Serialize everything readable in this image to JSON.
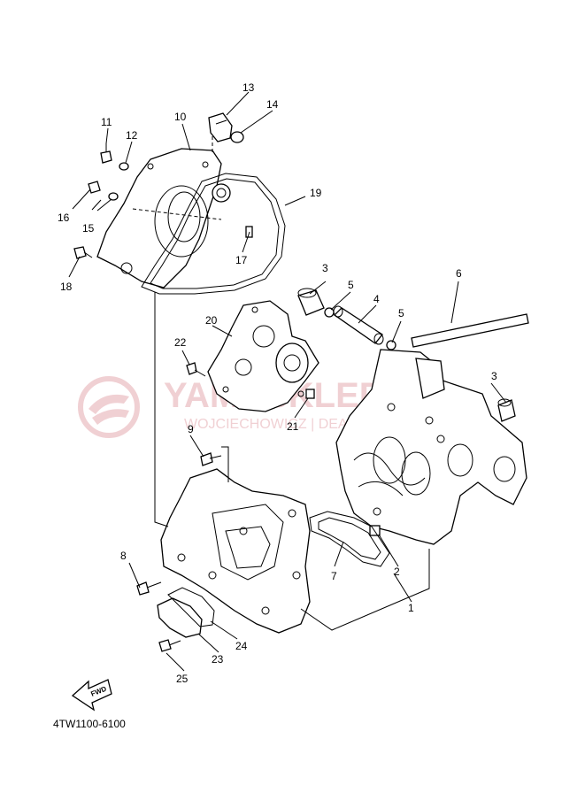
{
  "diagram": {
    "code": "4TW1100-6100",
    "fwd_label": "FWD",
    "watermark": {
      "brand": "YAMASKLEP.PL",
      "tagline": "WOJCIECHOWICZ | DEALER YAMAHA"
    },
    "callouts": [
      "1",
      "2",
      "3",
      "3",
      "4",
      "5",
      "5",
      "6",
      "7",
      "8",
      "9",
      "10",
      "11",
      "12",
      "13",
      "14",
      "15",
      "16",
      "17",
      "18",
      "19",
      "20",
      "21",
      "22",
      "23",
      "24",
      "25"
    ]
  }
}
